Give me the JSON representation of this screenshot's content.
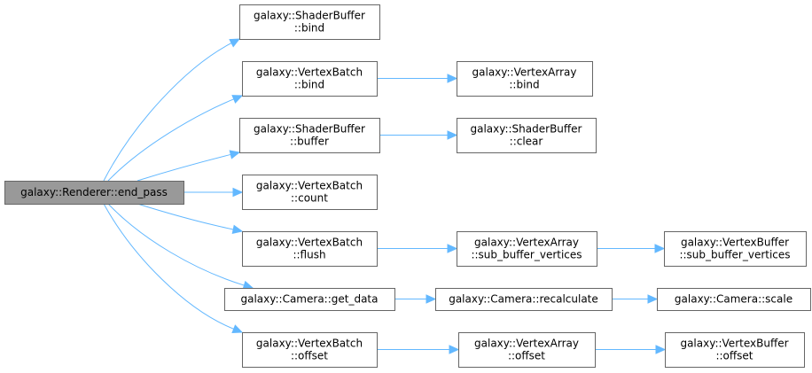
{
  "diagram": {
    "type": "call-graph",
    "colors": {
      "edge": "#63b8ff",
      "node_border": "#666666",
      "root_fill": "#999999",
      "node_fill": "#ffffff"
    },
    "nodes": [
      {
        "id": "root",
        "lines": [
          "galaxy::Renderer::end_pass"
        ],
        "root": true
      },
      {
        "id": "sb_bind",
        "lines": [
          "galaxy::ShaderBuffer",
          "::bind"
        ]
      },
      {
        "id": "vb_bind",
        "lines": [
          "galaxy::VertexBatch",
          "::bind"
        ]
      },
      {
        "id": "sb_buffer",
        "lines": [
          "galaxy::ShaderBuffer",
          "::buffer"
        ]
      },
      {
        "id": "vb_count",
        "lines": [
          "galaxy::VertexBatch",
          "::count"
        ]
      },
      {
        "id": "vb_flush",
        "lines": [
          "galaxy::VertexBatch",
          "::flush"
        ]
      },
      {
        "id": "cam_get_data",
        "lines": [
          "galaxy::Camera::get_data"
        ]
      },
      {
        "id": "vb_offset",
        "lines": [
          "galaxy::VertexBatch",
          "::offset"
        ]
      },
      {
        "id": "va_bind",
        "lines": [
          "galaxy::VertexArray",
          "::bind"
        ]
      },
      {
        "id": "sb_clear",
        "lines": [
          "galaxy::ShaderBuffer",
          "::clear"
        ]
      },
      {
        "id": "va_sub",
        "lines": [
          "galaxy::VertexArray",
          "::sub_buffer_vertices"
        ]
      },
      {
        "id": "cam_recalc",
        "lines": [
          "galaxy::Camera::recalculate"
        ]
      },
      {
        "id": "va_offset",
        "lines": [
          "galaxy::VertexArray",
          "::offset"
        ]
      },
      {
        "id": "vbuf_sub",
        "lines": [
          "galaxy::VertexBuffer",
          "::sub_buffer_vertices"
        ]
      },
      {
        "id": "cam_scale",
        "lines": [
          "galaxy::Camera::scale"
        ]
      },
      {
        "id": "vbuf_offset",
        "lines": [
          "galaxy::VertexBuffer",
          "::offset"
        ]
      }
    ],
    "edges": [
      {
        "from": "root",
        "to": "sb_bind"
      },
      {
        "from": "root",
        "to": "vb_bind"
      },
      {
        "from": "root",
        "to": "sb_buffer"
      },
      {
        "from": "root",
        "to": "vb_count"
      },
      {
        "from": "root",
        "to": "vb_flush"
      },
      {
        "from": "root",
        "to": "cam_get_data"
      },
      {
        "from": "root",
        "to": "vb_offset"
      },
      {
        "from": "vb_bind",
        "to": "va_bind"
      },
      {
        "from": "sb_buffer",
        "to": "sb_clear"
      },
      {
        "from": "vb_flush",
        "to": "va_sub"
      },
      {
        "from": "va_sub",
        "to": "vbuf_sub"
      },
      {
        "from": "cam_get_data",
        "to": "cam_recalc"
      },
      {
        "from": "cam_recalc",
        "to": "cam_scale"
      },
      {
        "from": "vb_offset",
        "to": "va_offset"
      },
      {
        "from": "va_offset",
        "to": "vbuf_offset"
      }
    ]
  }
}
